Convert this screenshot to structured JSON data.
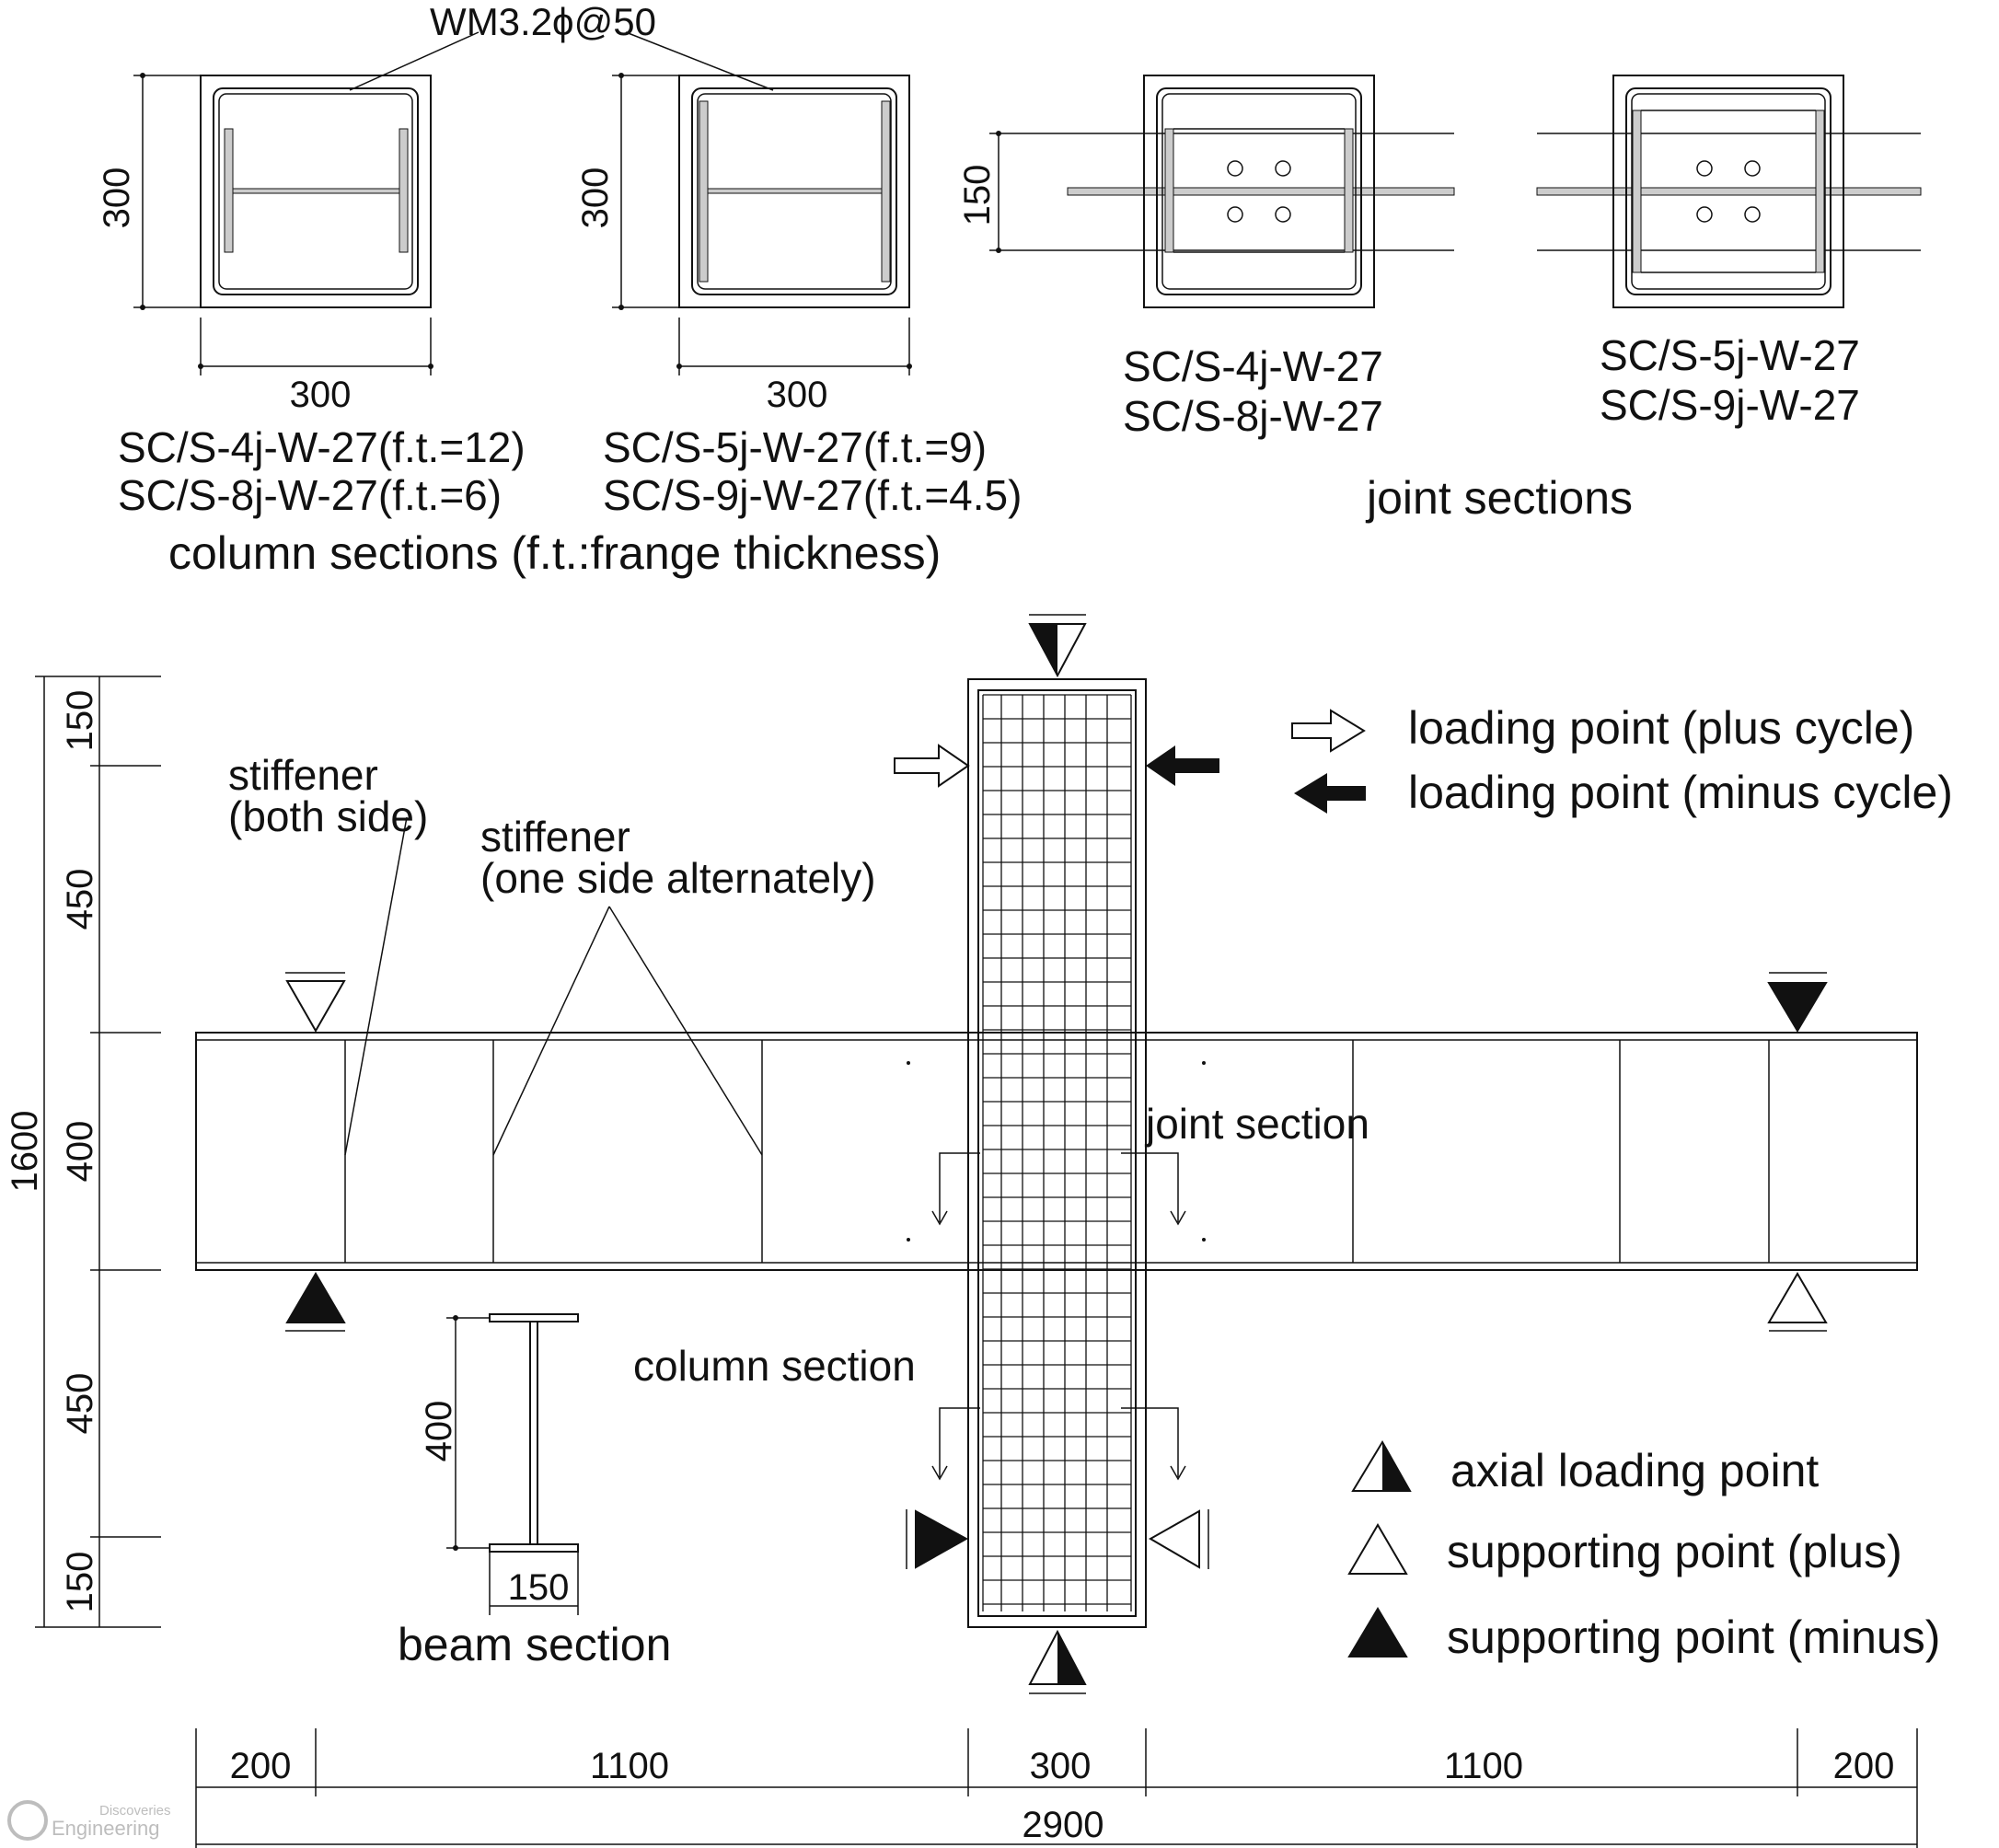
{
  "column_sections": {
    "rebar_label": "WM3.2ϕ@50",
    "dim_height": "300",
    "dim_width": "300",
    "left_labels": [
      "SC/S-4j-W-27(f.t.=12)",
      "SC/S-8j-W-27(f.t.=6)"
    ],
    "right_labels": [
      "SC/S-5j-W-27(f.t.=9)",
      "SC/S-9j-W-27(f.t.=4.5)"
    ],
    "caption": "column sections (f.t.:frange thickness)"
  },
  "joint_sections": {
    "dim_150": "150",
    "left_labels": [
      "SC/S-4j-W-27",
      "SC/S-8j-W-27"
    ],
    "right_labels": [
      "SC/S-5j-W-27",
      "SC/S-9j-W-27"
    ],
    "caption": "joint sections"
  },
  "elevation": {
    "left_dims": [
      "150",
      "450",
      "400",
      "450",
      "150"
    ],
    "left_total": "1600",
    "bottom_dims": [
      "200",
      "1100",
      "300",
      "1100",
      "200"
    ],
    "bottom_total": "2900",
    "stiffener_both": [
      "stiffener",
      "(both side)"
    ],
    "stiffener_one": [
      "stiffener",
      "(one side alternately)"
    ],
    "joint_section_label": "joint section",
    "column_section_label": "column section",
    "beam_section": {
      "dim_h": "400",
      "dim_w": "150",
      "caption": "beam section"
    }
  },
  "legend": {
    "loading_plus": "loading point (plus cycle)",
    "loading_minus": "loading point (minus cycle)",
    "axial": "axial loading point",
    "support_plus": "supporting point (plus)",
    "support_minus": "supporting point (minus)"
  },
  "watermark": [
    "Discoveries",
    "Engineering"
  ]
}
